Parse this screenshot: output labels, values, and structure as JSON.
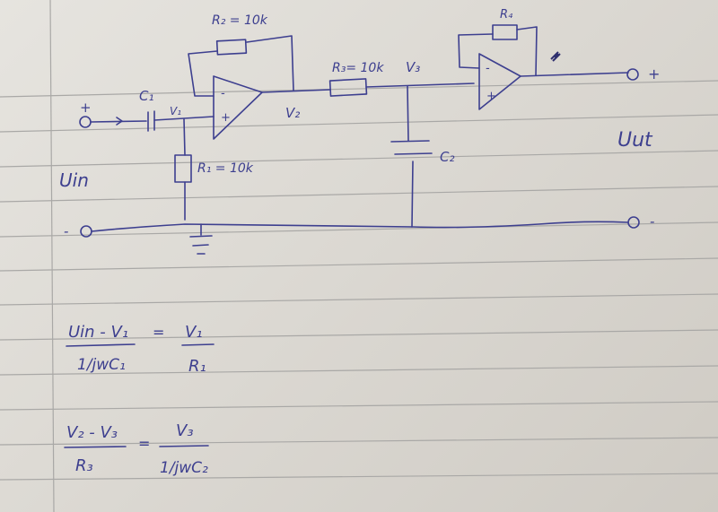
{
  "diagram": {
    "title": "Active filter circuit (hand-drawn)",
    "components": {
      "R2": {
        "label": "R₂ = 10k"
      },
      "R3": {
        "label": "R₃= 10k"
      },
      "R4": {
        "label": "R₄"
      },
      "R1": {
        "label": "R₁ = 10k"
      },
      "C1": {
        "label": "C₁"
      },
      "C2": {
        "label": "C₂"
      }
    },
    "nodes": {
      "V1": "V₁",
      "V2": "V₂",
      "V3": "V₃"
    },
    "terminals": {
      "in_plus": "+",
      "in_minus": "-",
      "out_plus": "+",
      "out_minus": "-",
      "uin": "Uin",
      "uut": "Uut"
    },
    "opamp_signs": {
      "minus": "-",
      "plus": "+"
    }
  },
  "equations": [
    {
      "lhs_num": "Uin - V₁",
      "lhs_den": "1/jwC₁",
      "op": "=",
      "rhs_num": "V₁",
      "rhs_den": "R₁"
    },
    {
      "lhs_num": "V₂ - V₃",
      "lhs_den": "R₃",
      "op": "=",
      "rhs_num": "V₃",
      "rhs_den": "1/jwC₂"
    }
  ]
}
